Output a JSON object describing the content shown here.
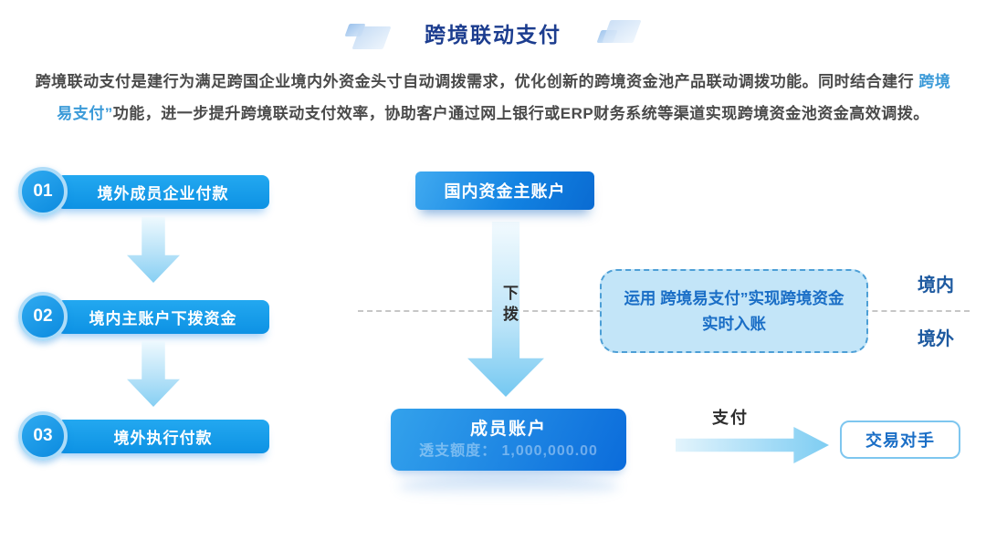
{
  "header": {
    "title": "跨境联动支付"
  },
  "intro": {
    "line1_text": "跨境联动支付是建行为满足跨国企业境内外资金头寸自动调拨需求，优化创新的跨境资金池产品联动调拨功能。同时结合建行 ",
    "line1_highlight": "跨境",
    "line2_highlight": "易支付”",
    "line2_text": "功能，进一步提升跨境联动支付效率，协助客户通过网上银行或ERP财务系统等渠道实现跨境资金池资金高效调拨。"
  },
  "steps": [
    {
      "number": "01",
      "label": "境外成员企业付款"
    },
    {
      "number": "02",
      "label": "境内主账户下拨资金"
    },
    {
      "number": "03",
      "label": "境外执行付款"
    }
  ],
  "flow": {
    "master_account_label": "国内资金主账户",
    "down_arrow_label": "下拨",
    "note_text": "运用 跨境易支付”实现跨境资金实时入账",
    "region_inside": "境内",
    "region_outside": "境外",
    "member_account_title": "成员账户",
    "member_account_subtitle": "透支额度： 1,000,000.00",
    "pay_arrow_label": "支付",
    "counterparty_label": "交易对手"
  },
  "colors": {
    "title_navy": "#1c3d8f",
    "intro_gray": "#4a4a4a",
    "intro_highlight_blue": "#3b9ad8",
    "step_blue": "#14a0ea",
    "deep_button_blue": "#0a6bd2",
    "note_box_fill": "#c3e5f8",
    "note_box_border": "#4d9fd6",
    "note_text_blue": "#1a6ec6",
    "region_label_blue": "#1e5aa0",
    "arrow_light_blue": "#86cff3"
  }
}
